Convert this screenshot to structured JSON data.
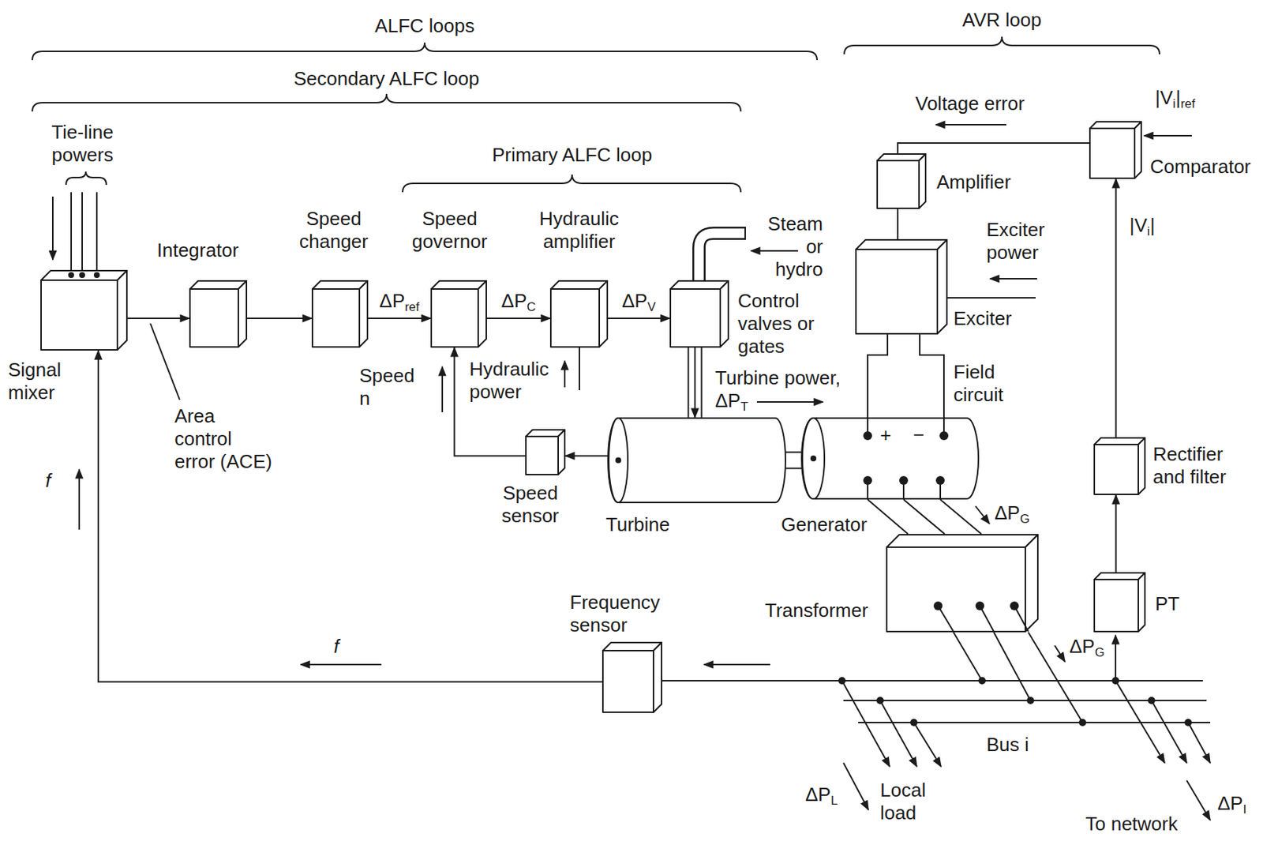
{
  "diagram": {
    "nodes": [
      {
        "text": [
          "Signal mixer"
        ]
      },
      {
        "text": [
          "Integrator"
        ]
      },
      {
        "text": [
          "Speed changer"
        ]
      },
      {
        "text": [
          "Speed governor"
        ]
      },
      {
        "text": [
          "Hydraulic amplifier"
        ]
      },
      {
        "text": [
          "Control valves or gates"
        ]
      },
      {
        "text": [
          "Speed sensor"
        ]
      },
      {
        "text": [
          "Turbine"
        ]
      },
      {
        "text": [
          "Generator",
          "+",
          "−"
        ]
      },
      {
        "text": [
          "Exciter"
        ]
      },
      {
        "text": [
          "Amplifier"
        ]
      },
      {
        "text": [
          "Comparator"
        ]
      },
      {
        "text": [
          "Rectifier and filter"
        ]
      },
      {
        "text": [
          "PT"
        ]
      },
      {
        "text": [
          "Transformer"
        ]
      },
      {
        "text": [
          "Frequency sensor"
        ]
      }
    ],
    "edges": [
      {
        "from": 0,
        "to": 1,
        "arrow": "to"
      },
      {
        "from": 1,
        "to": 2,
        "arrow": "to"
      },
      {
        "from": 2,
        "to": 3,
        "label": "ΔPref",
        "arrow": "to"
      },
      {
        "from": 3,
        "to": 4,
        "label": "ΔPC",
        "arrow": "to"
      },
      {
        "from": 4,
        "to": 5,
        "label": "ΔPV",
        "arrow": "to"
      },
      {
        "from": 5,
        "to": 7,
        "arrow": "to"
      },
      {
        "from": 7,
        "to": 6,
        "arrow": "to"
      },
      {
        "from": 6,
        "to": 3,
        "arrow": "to"
      },
      {
        "from": 7,
        "to": 8,
        "arrow": "none"
      },
      {
        "from": 8,
        "to": 14,
        "arrow": "none"
      },
      {
        "from": 9,
        "to": 8,
        "arrow": "none"
      },
      {
        "from": 10,
        "to": 9,
        "arrow": "none"
      },
      {
        "from": 11,
        "to": 10,
        "arrow": "none"
      },
      {
        "from": 12,
        "to": 11,
        "arrow": "to"
      },
      {
        "from": 13,
        "to": 12,
        "arrow": "to"
      },
      {
        "from": 15,
        "to": 0,
        "arrow": "to"
      }
    ],
    "labels": [
      "ALFC loops",
      "Secondary ALFC loop",
      "Primary ALFC loop",
      "AVR loop",
      "Tie-line powers",
      "Area control error (ACE)",
      "Steam or hydro",
      "Speed n",
      "Hydraulic power",
      "Turbine power, ΔPT",
      "Field circuit",
      "Exciter power",
      "Voltage error",
      "|Vi|ref",
      "|Vi|",
      "ΔPG",
      "ΔPG",
      "f",
      "f",
      "Bus i",
      "ΔPL",
      "Local load",
      "ΔPI",
      "To network"
    ]
  }
}
